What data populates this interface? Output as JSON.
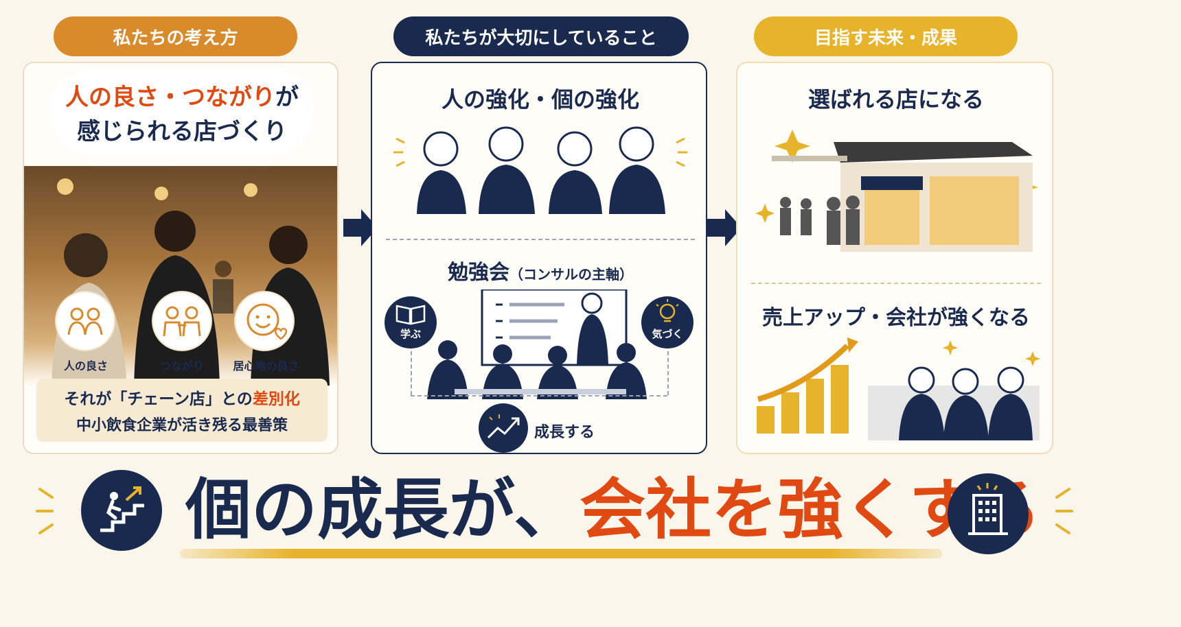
{
  "headers": {
    "left": "私たちの考え方",
    "middle": "私たちが大切にしていること",
    "right": "目指す未来・成果"
  },
  "left": {
    "headline_highlight": "人の良さ・つながり",
    "headline_suffix": "が",
    "headline_line2": "感じられる店づくり",
    "icons": [
      {
        "icon": "people-icon",
        "label": "人の良さ"
      },
      {
        "icon": "connect-icon",
        "label": "つながり"
      },
      {
        "icon": "smile-heart-icon",
        "label": "居心地の良さ"
      }
    ],
    "diff_prefix": "それが「チェーン店」との",
    "diff_highlight": "差別化",
    "diff_line2": "中小飲食企業が活き残る最善策"
  },
  "middle": {
    "title1": "人の強化・個の強化",
    "title2_main": "勉強会",
    "title2_sub": "（コンサルの主軸）",
    "learn_label": "学ぶ",
    "notice_label": "気づく",
    "grow_label": "成長する"
  },
  "right": {
    "title1": "選ばれる店になる",
    "title2": "売上アップ・会社が強くなる"
  },
  "bottom": {
    "part1": "個の成長が、",
    "part2": "会社を強くする"
  },
  "colors": {
    "orange": "#d98a2b",
    "navy": "#1a2a4f",
    "gold": "#e7b32a",
    "red_accent": "#e04a12"
  }
}
